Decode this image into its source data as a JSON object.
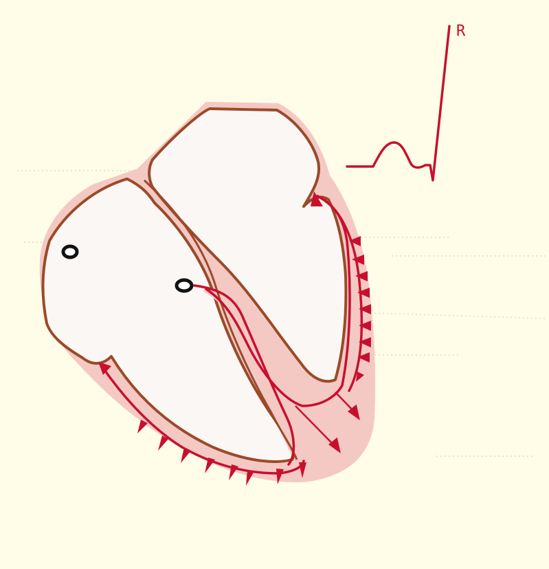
{
  "diagram": {
    "ecg_wave_label": "R",
    "node_markers": [
      "sinoatrial-node",
      "atrioventricular-node"
    ],
    "colors": {
      "background": "#fffde7",
      "chamber_fill": "#fbf7f4",
      "outline": "#9a4a2a",
      "depolarized_tissue": "#f4c9c4",
      "conduction_and_ecg": "#c8102e",
      "guide_lines": "#e0dcc7"
    }
  }
}
